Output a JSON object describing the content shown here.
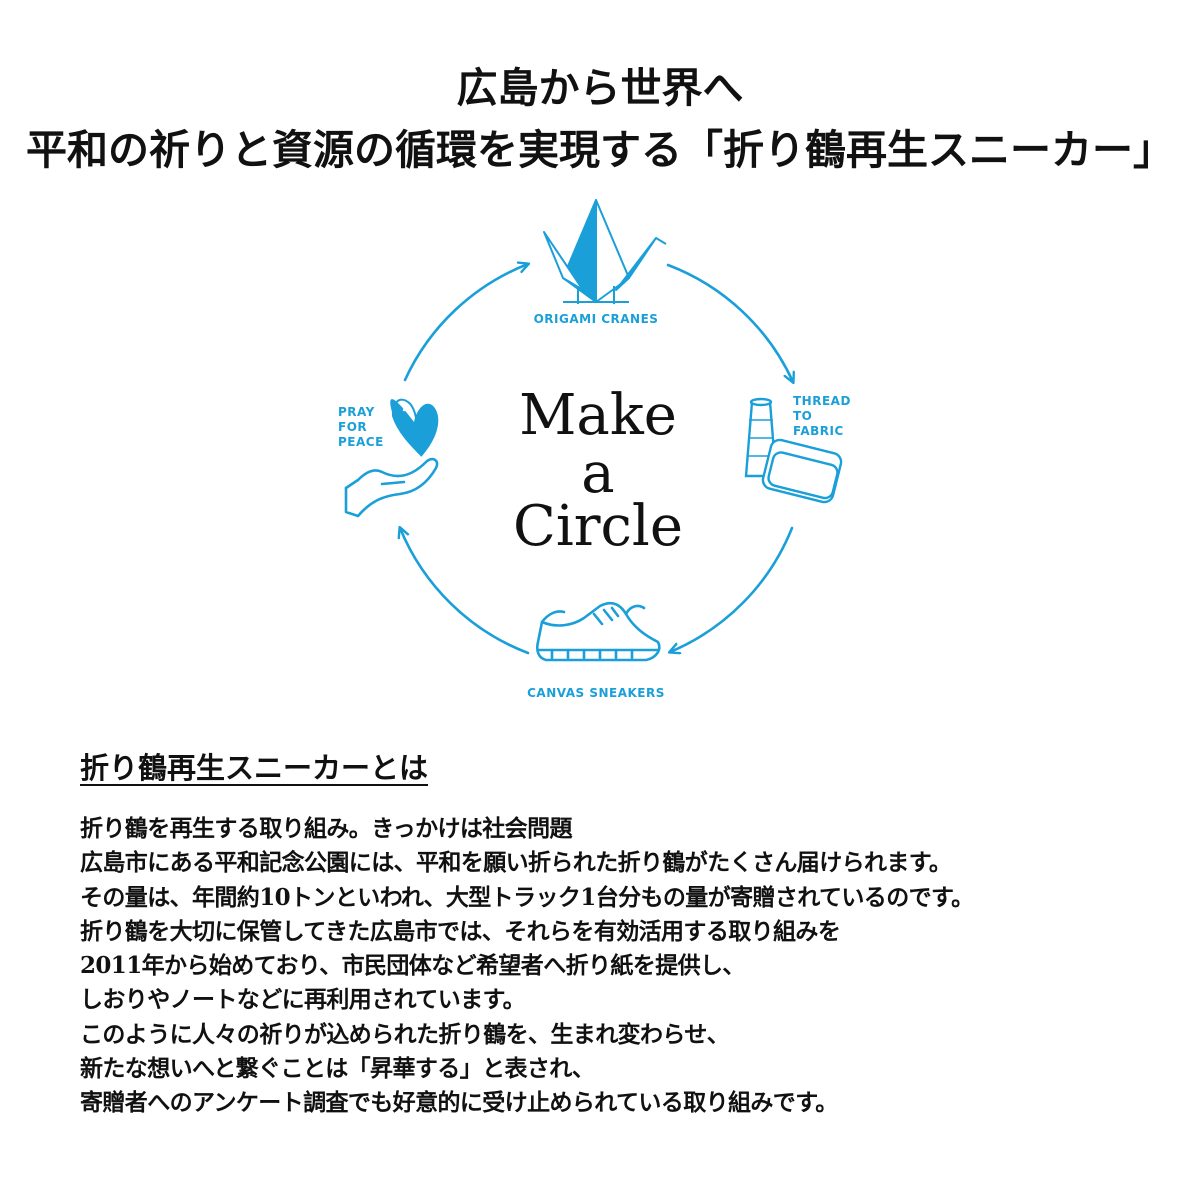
{
  "headline": {
    "line1": "広島から世界へ",
    "line2": "平和の祈りと資源の循環を実現する「折り鶴再生スニーカー」"
  },
  "diagram": {
    "center": [
      "Make",
      "a",
      "Circle"
    ],
    "labels": {
      "cranes": "ORIGAMI CRANES",
      "thread": [
        "THREAD",
        "TO",
        "FABRIC"
      ],
      "sneakers": "CANVAS SNEAKERS",
      "peace": [
        "PRAY",
        "FOR",
        "PEACE"
      ]
    },
    "colors": {
      "accent": "#1a9fd9",
      "text": "#111111"
    },
    "icons": [
      "origami-crane-icon",
      "thread-spool-icon",
      "fabric-icon",
      "sneaker-icon",
      "heart-icon",
      "hand-icon"
    ]
  },
  "section": {
    "heading": "折り鶴再生スニーカーとは",
    "lines": [
      "折り鶴を再生する取り組み。きっかけは社会問題",
      "広島市にある平和記念公園には、平和を願い折られた折り鶴がたくさん届けられます。",
      "その量は、年間約10トンといわれ、大型トラック1台分もの量が寄贈されているのです。",
      "折り鶴を大切に保管してきた広島市では、それらを有効活用する取り組みを",
      "2011年から始めており、市民団体など希望者へ折り紙を提供し、",
      "しおりやノートなどに再利用されています。",
      "このように人々の祈りが込められた折り鶴を、生まれ変わらせ、",
      "新たな想いへと繋ぐことは「昇華する」と表され、",
      "寄贈者へのアンケート調査でも好意的に受け止められている取り組みです。"
    ]
  }
}
